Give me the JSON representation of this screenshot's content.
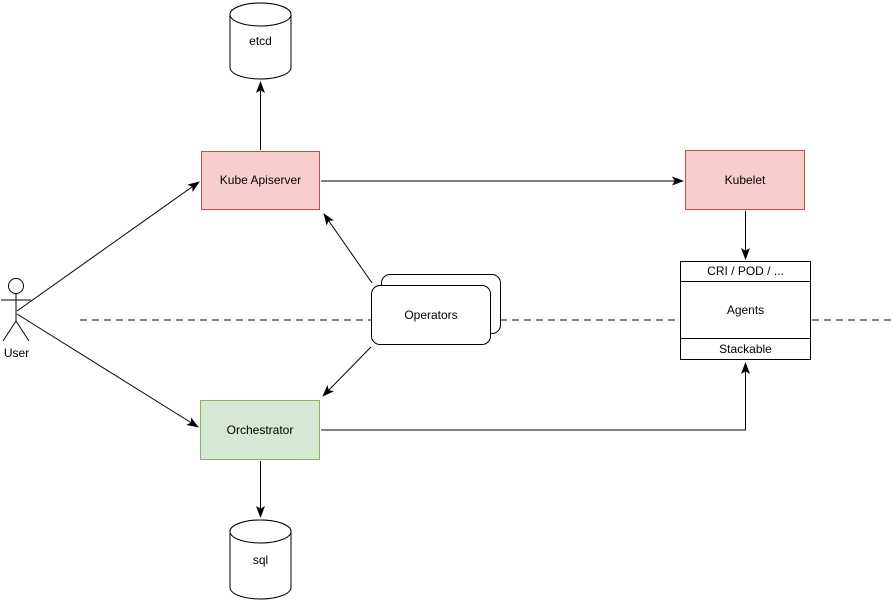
{
  "nodes": {
    "etcd": {
      "label": "etcd",
      "shape": "cylinder",
      "fill": "#ffffff",
      "border": "#000000"
    },
    "kube_apiserver": {
      "label": "Kube Apiserver",
      "shape": "rectangle",
      "fill": "#f8cecc",
      "border": "#b85450"
    },
    "kubelet": {
      "label": "Kubelet",
      "shape": "rectangle",
      "fill": "#f8cecc",
      "border": "#b85450"
    },
    "operators": {
      "label": "Operators",
      "shape": "stacked-rounded-rectangle",
      "fill": "#ffffff",
      "border": "#000000"
    },
    "cri_pod": {
      "header": "CRI / POD / ...",
      "body": "Agents",
      "footer": "Stackable",
      "shape": "sectioned-rectangle",
      "fill": "#ffffff",
      "border": "#000000"
    },
    "orchestrator": {
      "label": "Orchestrator",
      "shape": "rectangle",
      "fill": "#d5e8d4",
      "border": "#82b366"
    },
    "sql": {
      "label": "sql",
      "shape": "cylinder",
      "fill": "#ffffff",
      "border": "#000000"
    },
    "user": {
      "label": "User",
      "shape": "actor",
      "fill": "#ffffff",
      "border": "#000000"
    }
  },
  "edges": [
    {
      "from": "user",
      "to": "kube_apiserver",
      "type": "solid-arrow"
    },
    {
      "from": "user",
      "to": "orchestrator",
      "type": "solid-arrow"
    },
    {
      "from": "kube_apiserver",
      "to": "etcd",
      "type": "solid-arrow"
    },
    {
      "from": "kube_apiserver",
      "to": "kubelet",
      "type": "solid-arrow"
    },
    {
      "from": "operators",
      "to": "kube_apiserver",
      "type": "solid-arrow"
    },
    {
      "from": "operators",
      "to": "orchestrator",
      "type": "solid-arrow"
    },
    {
      "from": "kubelet",
      "to": "cri_pod",
      "type": "solid-arrow"
    },
    {
      "from": "orchestrator",
      "to": "sql",
      "type": "solid-arrow"
    },
    {
      "from": "orchestrator",
      "to": "cri_pod.footer",
      "type": "solid-arrow-orthogonal"
    },
    {
      "from": "left",
      "to": "right",
      "type": "dashed-separator-line"
    }
  ],
  "edge_color": "#000000"
}
